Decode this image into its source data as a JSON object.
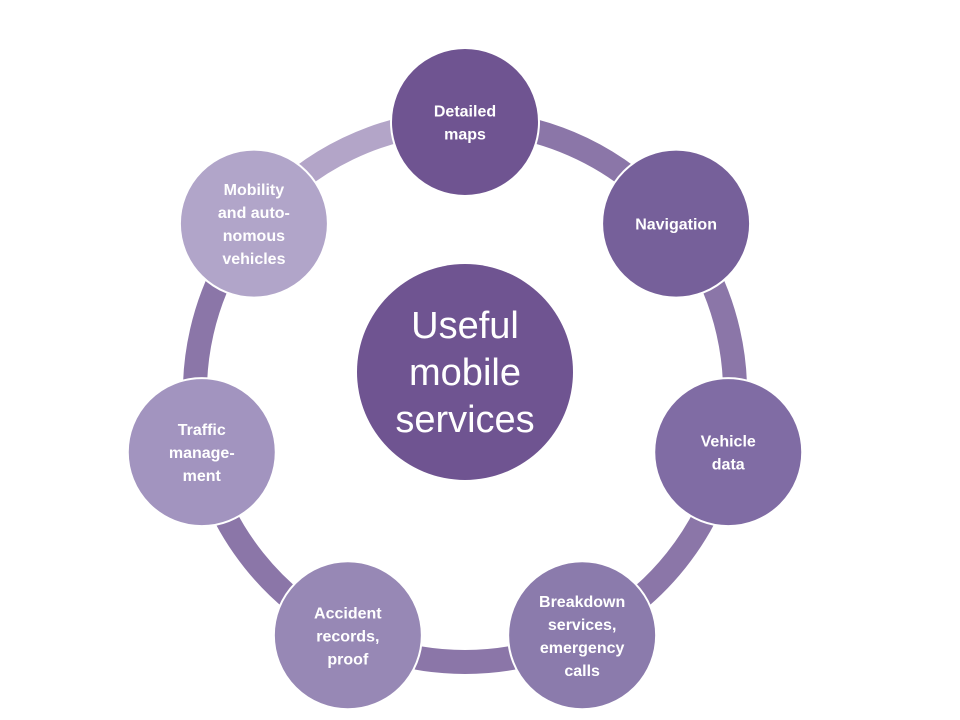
{
  "diagram": {
    "center": {
      "lines": [
        "Useful",
        "mobile",
        "services"
      ],
      "color": "#6f5491"
    },
    "ring_color": "#8b76a8",
    "ring_light_color": "#b3a5c8",
    "nodes": [
      {
        "id": "detailed-maps",
        "lines": [
          "Detailed",
          "maps"
        ],
        "color": "#6f5491"
      },
      {
        "id": "navigation",
        "lines": [
          "Navigation"
        ],
        "color": "#76609a"
      },
      {
        "id": "vehicle-data",
        "lines": [
          "Vehicle",
          "data"
        ],
        "color": "#806ca4"
      },
      {
        "id": "breakdown-services",
        "lines": [
          "Breakdown",
          "services,",
          "emergency",
          "calls"
        ],
        "color": "#8b7bac"
      },
      {
        "id": "accident-records",
        "lines": [
          "Accident",
          "records,",
          "proof"
        ],
        "color": "#9788b5"
      },
      {
        "id": "traffic-management",
        "lines": [
          "Traffic",
          "manage-",
          "ment"
        ],
        "color": "#a294bf"
      },
      {
        "id": "mobility-autonomous",
        "lines": [
          "Mobility",
          "and auto-",
          "nomous",
          "vehicles"
        ],
        "color": "#b1a5c9"
      }
    ]
  }
}
